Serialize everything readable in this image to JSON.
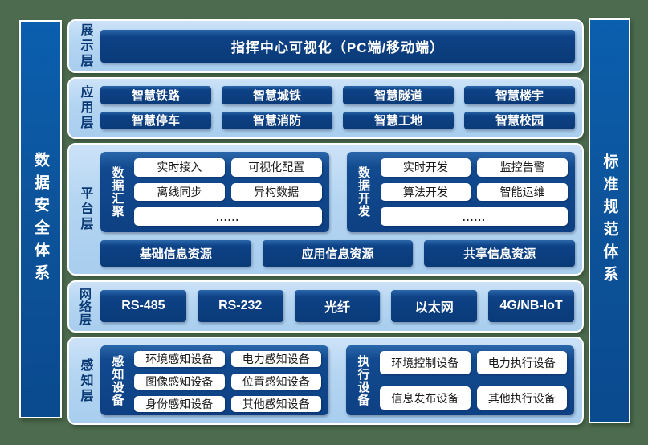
{
  "colors": {
    "background_green": "#4d6b4f",
    "pillar_blue_top": "#0a5fae",
    "pillar_blue_bottom": "#0a4a8e",
    "panel_light_blue": "#b5d6f2",
    "box_navy": "#0c3e80",
    "group_navy": "#10458a",
    "label_navy": "#0a3a75",
    "white_box": "#ffffff"
  },
  "pillars": {
    "left": {
      "label": "数据安全体系"
    },
    "right": {
      "label": "标准规范体系"
    }
  },
  "layers": {
    "display": {
      "label": "展示层",
      "box": "指挥中心可视化（PC端/移动端）"
    },
    "application": {
      "label": "应用层",
      "boxes": [
        "智慧铁路",
        "智慧城铁",
        "智慧隧道",
        "智慧楼宇",
        "智慧停车",
        "智慧消防",
        "智慧工地",
        "智慧校园"
      ]
    },
    "platform": {
      "label": "平台层",
      "groups": [
        {
          "label": "数据汇聚",
          "items": [
            "实时接入",
            "可视化配置",
            "离线同步",
            "异构数据"
          ],
          "more": "......"
        },
        {
          "label": "数据开发",
          "items": [
            "实时开发",
            "监控告警",
            "算法开发",
            "智能运维"
          ],
          "more": "......"
        }
      ],
      "resources": [
        "基础信息资源",
        "应用信息资源",
        "共享信息资源"
      ]
    },
    "network": {
      "label": "网络层",
      "boxes": [
        "RS-485",
        "RS-232",
        "光纤",
        "以太网",
        "4G/NB-IoT"
      ]
    },
    "perception": {
      "label": "感知层",
      "groups": [
        {
          "label": "感知设备",
          "items": [
            "环境感知设备",
            "电力感知设备",
            "图像感知设备",
            "位置感知设备",
            "身份感知设备",
            "其他感知设备"
          ]
        },
        {
          "label": "执行设备",
          "items": [
            "环境控制设备",
            "电力执行设备",
            "信息发布设备",
            "其他执行设备"
          ]
        }
      ]
    }
  }
}
